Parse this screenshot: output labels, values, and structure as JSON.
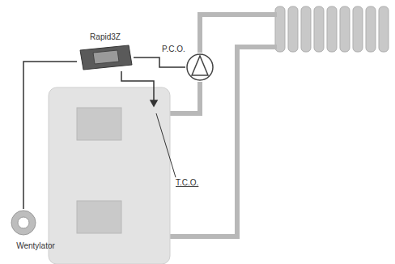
{
  "diagram": {
    "nodes": [
      {
        "text": [
          "Rapid3Z"
        ]
      },
      {
        "text": [
          "P.C.O."
        ]
      },
      {
        "text": [
          "Wentylator"
        ]
      }
    ],
    "edges": [
      {
        "from": 0,
        "to": 1,
        "arrow": "none"
      },
      {
        "from": 0,
        "to": 2,
        "arrow": "none"
      }
    ],
    "labels": [
      "T.C.O."
    ]
  }
}
